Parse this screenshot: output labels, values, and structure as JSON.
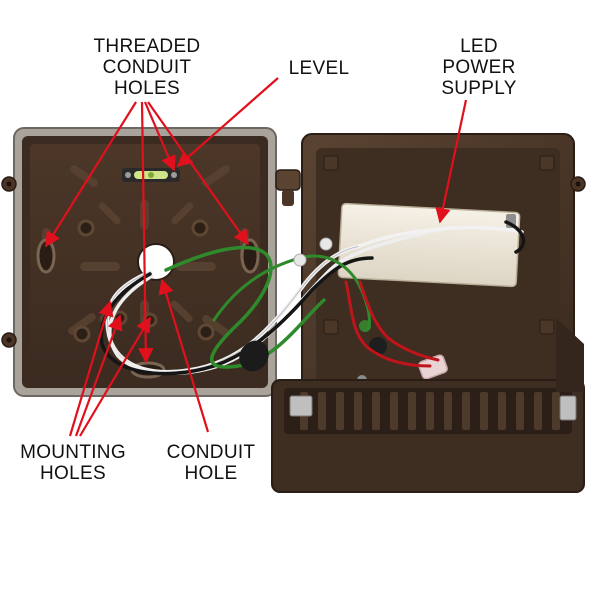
{
  "colors": {
    "housing_bronze": "#4a3527",
    "gasket_gray": "#a9a39c",
    "arrow_red": "#e0101c",
    "wire_green": "#2f8a2c",
    "power_supply_body": "#ece6d8"
  },
  "labels": {
    "threaded_conduit_holes": [
      "THREADED",
      "CONDUIT",
      "HOLES"
    ],
    "level": [
      "LEVEL"
    ],
    "led_power_supply": [
      "LED",
      "POWER",
      "SUPPLY"
    ],
    "mounting_holes": [
      "MOUNTING",
      "HOLES"
    ],
    "conduit_hole": [
      "CONDUIT",
      "HOLE"
    ]
  }
}
